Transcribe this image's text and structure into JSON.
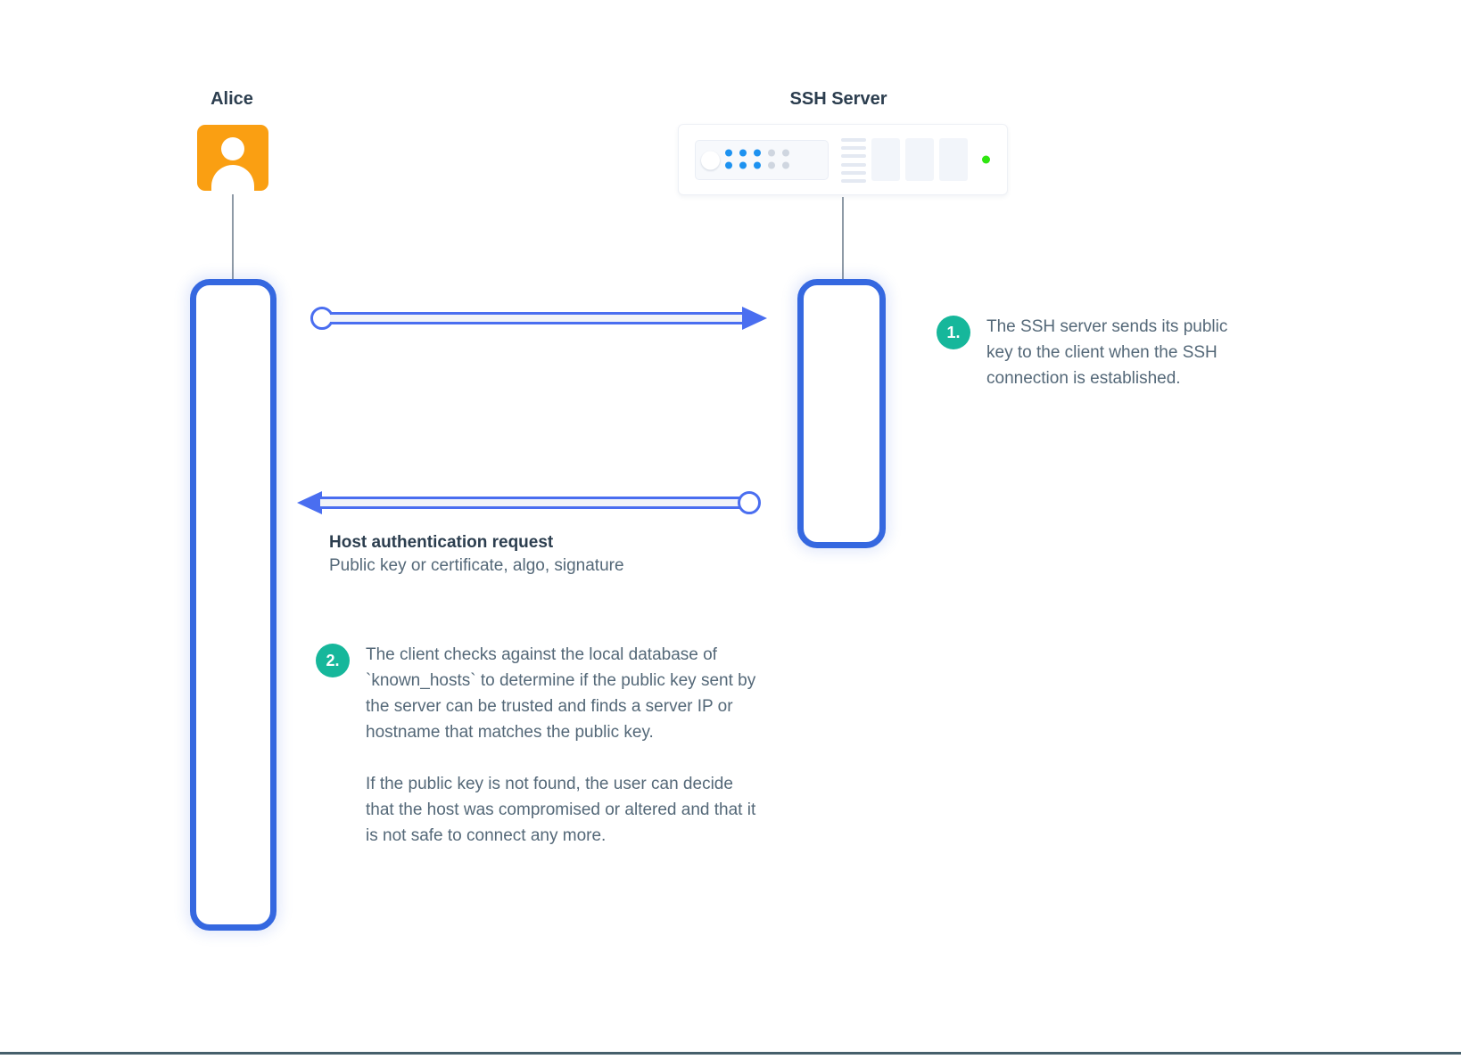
{
  "diagram": {
    "actors": [
      {
        "id": "alice",
        "title": "Alice",
        "icon": "user-avatar-icon"
      },
      {
        "id": "ssh-server",
        "title": "SSH Server",
        "icon": "server-rack-icon"
      }
    ],
    "messages": [
      {
        "id": "msg1",
        "direction": "alice-to-server",
        "title": "",
        "subtitle": ""
      },
      {
        "id": "msg2",
        "direction": "server-to-alice",
        "title": "Host authentication request",
        "subtitle": "Public key or certificate, algo, signature"
      }
    ],
    "steps": [
      {
        "number": "1.",
        "paragraphs": [
          "The SSH server sends its public key to the client when the SSH connection is established."
        ]
      },
      {
        "number": "2.",
        "paragraphs": [
          "The client checks against the local database of `known_hosts` to determine if the public key sent by the server can be trusted and finds a server IP or hostname that matches the public key.",
          "If the public key is not found, the user can decide that the host was compromised or altered and that it is not safe to connect any more."
        ]
      }
    ],
    "colors": {
      "arrow_blue": "#4a6ef0",
      "lifeline_blue": "#3568e0",
      "avatar_orange": "#fa9f12",
      "step_badge_green": "#16b79b",
      "server_led_on": "#1d92f0",
      "server_led_off": "#cfd6e0",
      "status_led_green": "#2fe610",
      "heading_text": "#2c3e4f",
      "body_text": "#546878",
      "stem_gray": "#8e9aa6",
      "bottom_rule": "#46606c"
    },
    "server_leds": {
      "row1": [
        "on",
        "on",
        "on",
        "off",
        "off"
      ],
      "row2": [
        "on",
        "on",
        "on",
        "off",
        "off"
      ]
    }
  }
}
